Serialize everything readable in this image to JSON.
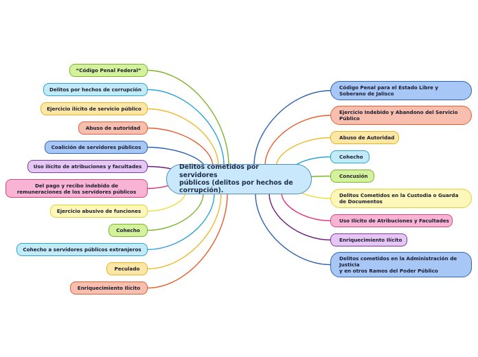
{
  "central_topic": "Delitos cometidos por servidores\npúblicos (delitos por hechos de\ncorrupción).",
  "left_branches": [
    {
      "label": "“Código Penal Federal”",
      "fill": "#d4f29c",
      "stroke": "#7ab32a",
      "line": "#7ab32a"
    },
    {
      "label": "Delitos por hechos de corrupción",
      "fill": "#c2ebfa",
      "stroke": "#2aa3d4",
      "line": "#2aa3d4"
    },
    {
      "label": "Ejercicio ilícito de servicio público",
      "fill": "#fde7a6",
      "stroke": "#e8b21f",
      "line": "#f0b82a"
    },
    {
      "label": "Abuso de autoridad",
      "fill": "#f8bfae",
      "stroke": "#e0603a",
      "line": "#e85a2a"
    },
    {
      "label": "Coalición de servidores públicos",
      "fill": "#a7c7f7",
      "stroke": "#2d63b8",
      "line": "#2d5fb3"
    },
    {
      "label": "Uso ilícito de atribuciones y facultades",
      "fill": "#e6c6f4",
      "stroke": "#7a3aa0",
      "line": "#6a1a7a"
    },
    {
      "label": "Del pago y recibo indebido de\nremuneraciones de los servidores públicos",
      "fill": "#f9b3d3",
      "stroke": "#d9447f",
      "line": "#e0307a"
    },
    {
      "label": "Ejercicio abusivo de funciones",
      "fill": "#fdf7b9",
      "stroke": "#e3cf3a",
      "line": "#eedc3a"
    },
    {
      "label": "Cohecho",
      "fill": "#d4f29c",
      "stroke": "#7ab32a",
      "line": "#7ab32a"
    },
    {
      "label": "Cohecho a servidores públicos extranjeros",
      "fill": "#c2ebfa",
      "stroke": "#2aa3d4",
      "line": "#2aa3d4"
    },
    {
      "label": "Peculado",
      "fill": "#fde7a6",
      "stroke": "#e8b21f",
      "line": "#f0b82a"
    },
    {
      "label": "Enriquecimiento Ilícito",
      "fill": "#f8bfae",
      "stroke": "#e0603a",
      "line": "#e85a2a"
    }
  ],
  "right_branches": [
    {
      "label": "Código Penal para el Estado Libre y\nSoberano de Jalisco",
      "fill": "#a7c7f7",
      "stroke": "#2d63b8",
      "line": "#2d5fb3"
    },
    {
      "label": "Ejercicio Indebido y Abandono del Servicio\nPúblico",
      "fill": "#f8bfae",
      "stroke": "#e0603a",
      "line": "#e85a2a"
    },
    {
      "label": "Abuso de Autoridad",
      "fill": "#fde7a6",
      "stroke": "#e8b21f",
      "line": "#f0b82a"
    },
    {
      "label": "Cohecho",
      "fill": "#c2ebfa",
      "stroke": "#2aa3d4",
      "line": "#2aa3d4"
    },
    {
      "label": "Concusión",
      "fill": "#d4f29c",
      "stroke": "#7ab32a",
      "line": "#7ab32a"
    },
    {
      "label": "Delitos Cometidos en la Custodia o Guarda\nde Documentos",
      "fill": "#fdf7b9",
      "stroke": "#e3cf3a",
      "line": "#eedc3a"
    },
    {
      "label": "Uso Ilícito de Atribuciones y Facultades",
      "fill": "#f9b3d3",
      "stroke": "#d9447f",
      "line": "#e0307a"
    },
    {
      "label": "Enriquecimiento Ilícito",
      "fill": "#e6c6f4",
      "stroke": "#7a3aa0",
      "line": "#6a1a7a"
    },
    {
      "label": "Delitos cometidos en la Administración de\nJusticia\ny en otros Ramos del Poder Público",
      "fill": "#a7c7f7",
      "stroke": "#2d63b8",
      "line": "#2d5fb3"
    }
  ]
}
